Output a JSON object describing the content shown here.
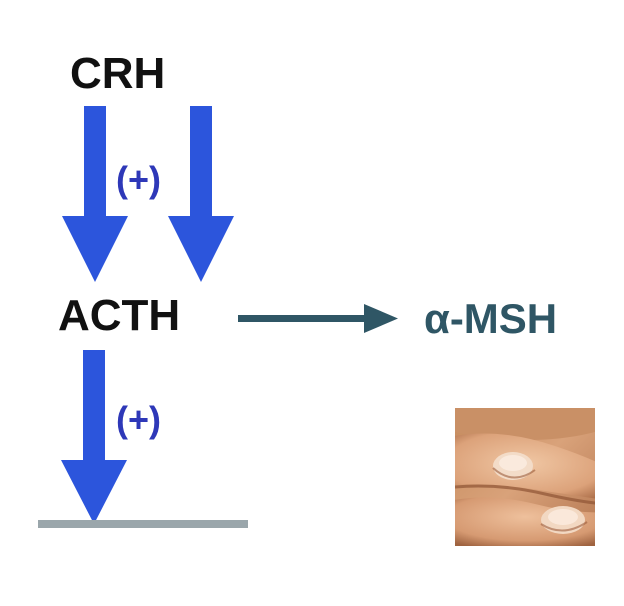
{
  "labels": {
    "crh": "CRH",
    "acth": "ACTH",
    "msh": "α-MSH",
    "plus_top": "(+)",
    "plus_bottom": "(+)"
  },
  "colors": {
    "arrow_blue": "#2c55dc",
    "plus_blue": "#2e38b8",
    "msh_arrow": "#2f5665",
    "baseline": "#9aa6ab",
    "text": "#111111"
  },
  "icons": {
    "photo": "fingernail-hyperpigmentation-photo"
  }
}
